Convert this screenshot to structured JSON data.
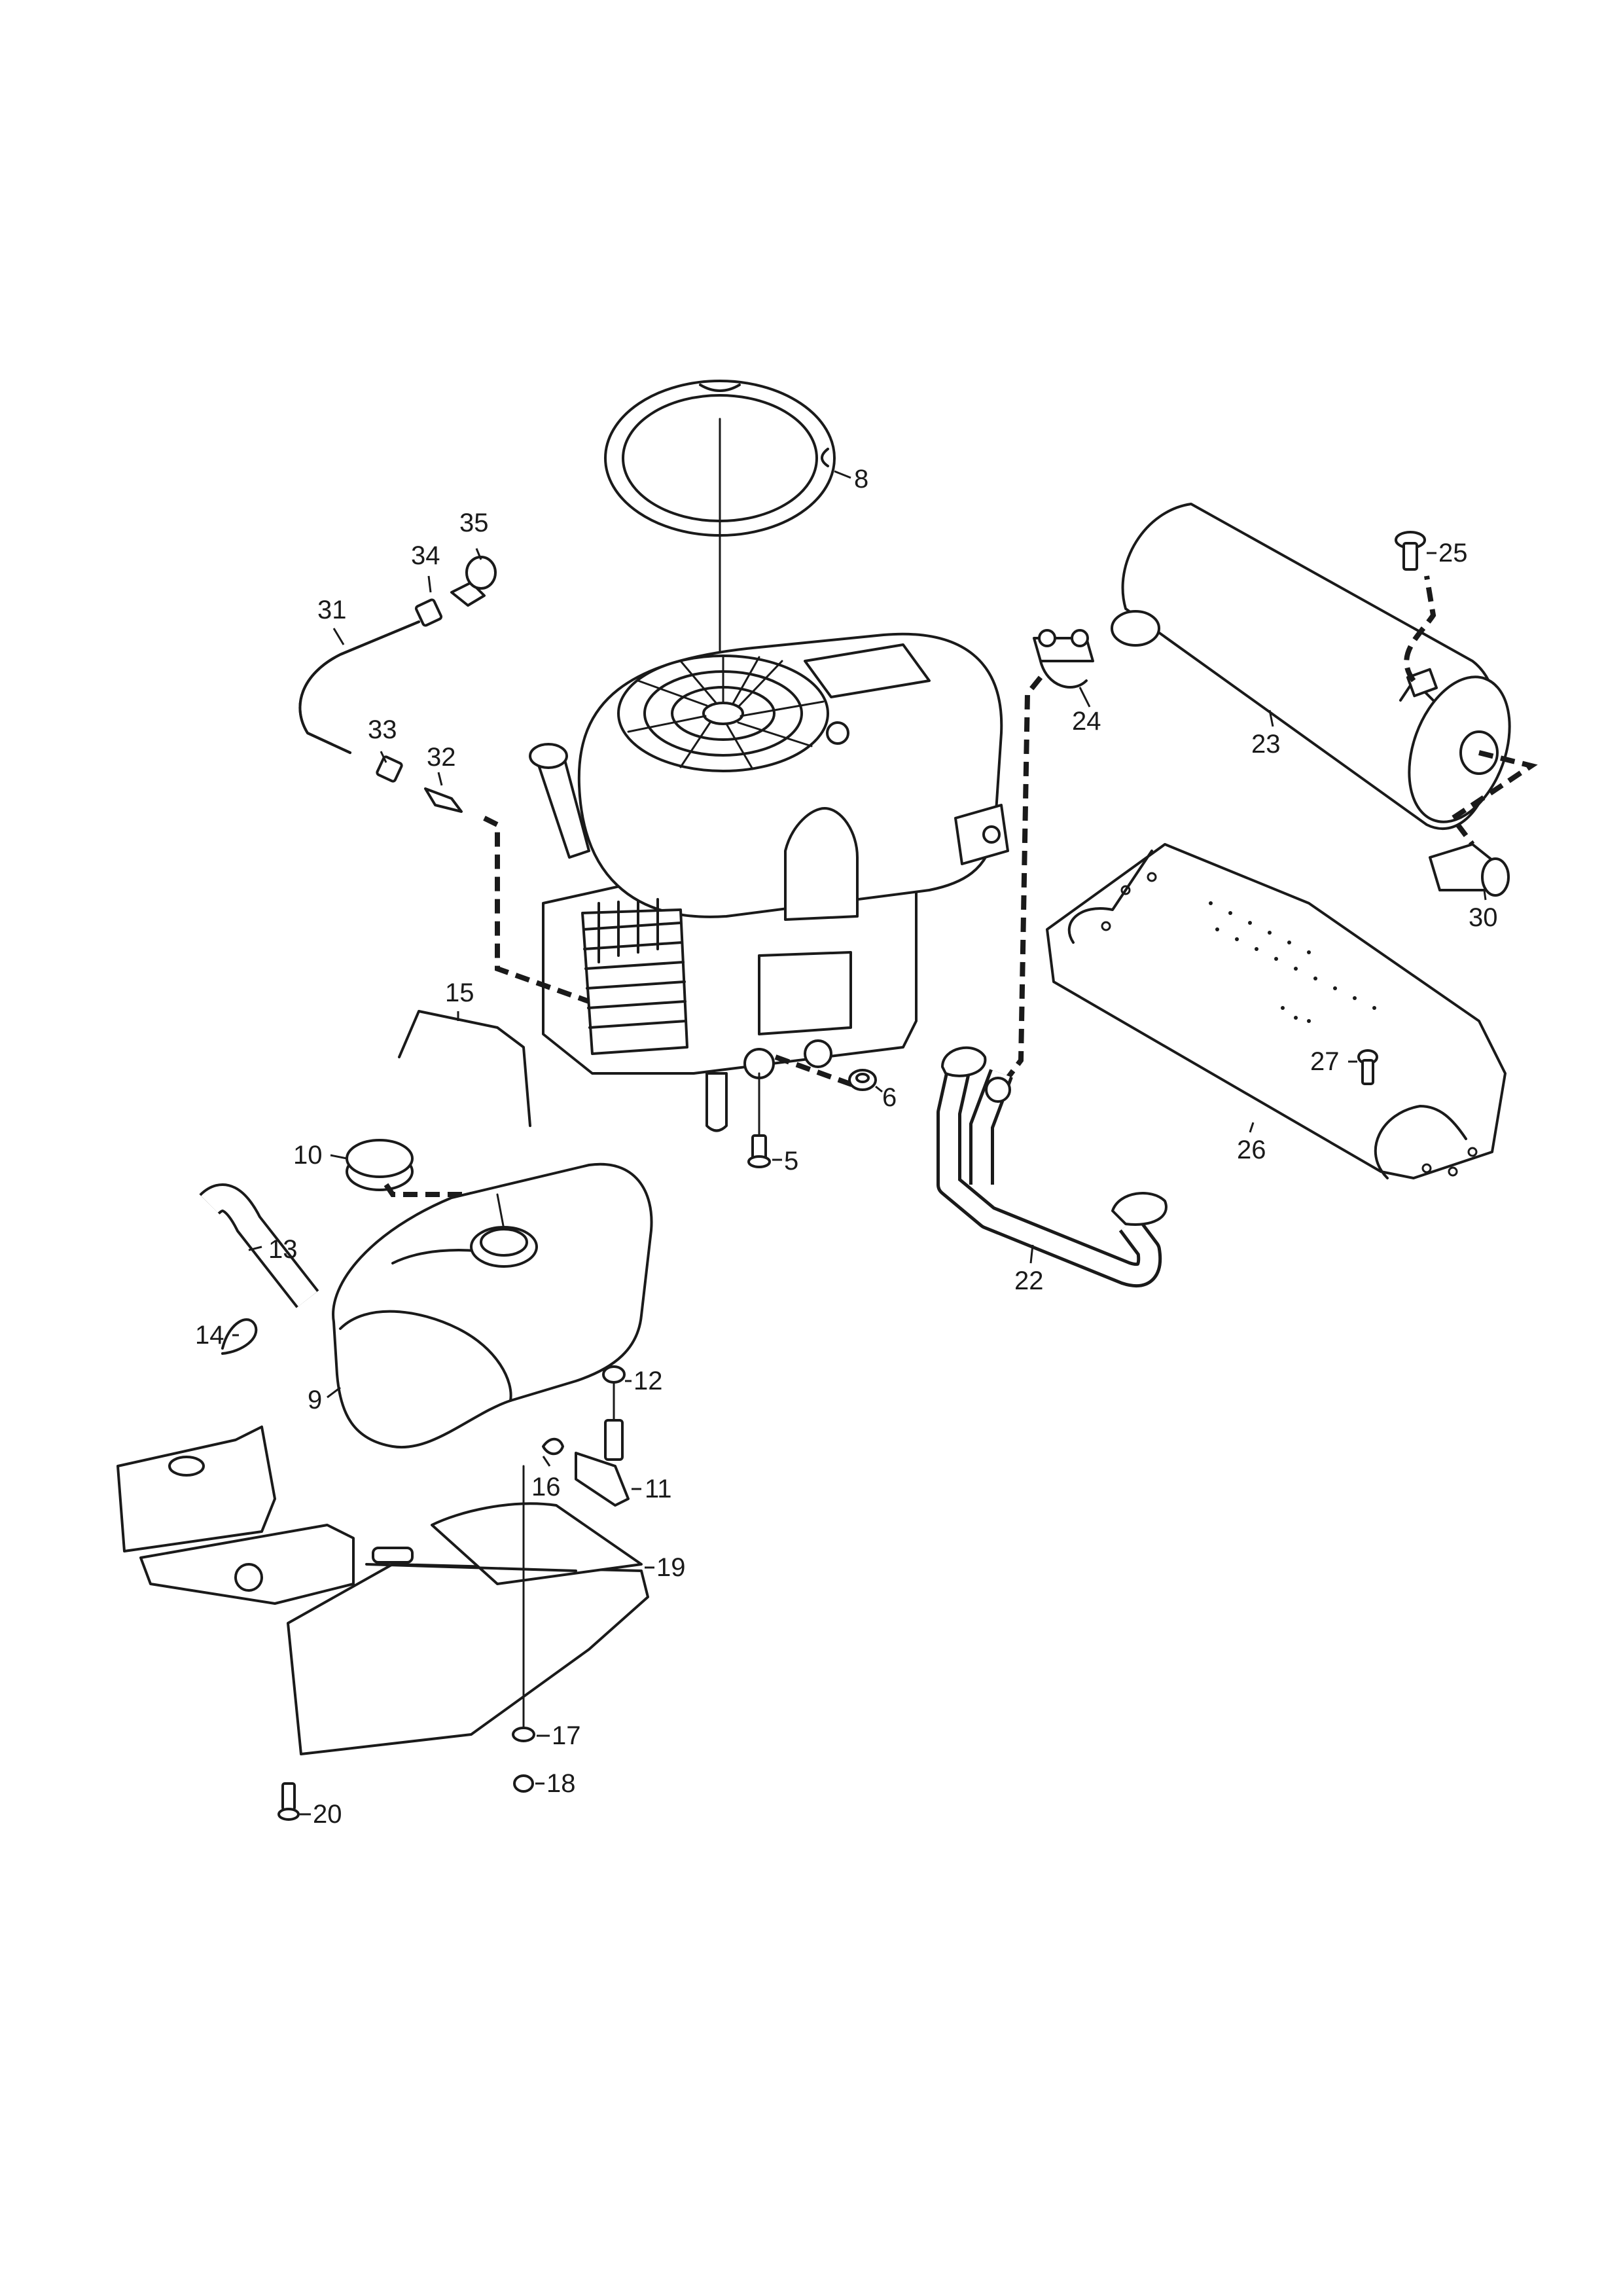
{
  "callouts": [
    {
      "id": "c5",
      "text": "5"
    },
    {
      "id": "c6",
      "text": "6"
    },
    {
      "id": "c8",
      "text": "8"
    },
    {
      "id": "c9",
      "text": "9"
    },
    {
      "id": "c10",
      "text": "10"
    },
    {
      "id": "c11",
      "text": "11"
    },
    {
      "id": "c12",
      "text": "12"
    },
    {
      "id": "c13",
      "text": "13"
    },
    {
      "id": "c14",
      "text": "14"
    },
    {
      "id": "c15",
      "text": "15"
    },
    {
      "id": "c16",
      "text": "16"
    },
    {
      "id": "c17",
      "text": "17"
    },
    {
      "id": "c18",
      "text": "18"
    },
    {
      "id": "c19",
      "text": "19"
    },
    {
      "id": "c20",
      "text": "20"
    },
    {
      "id": "c22",
      "text": "22"
    },
    {
      "id": "c23",
      "text": "23"
    },
    {
      "id": "c24",
      "text": "24"
    },
    {
      "id": "c25",
      "text": "25"
    },
    {
      "id": "c26",
      "text": "26"
    },
    {
      "id": "c27",
      "text": "27"
    },
    {
      "id": "c30",
      "text": "30"
    },
    {
      "id": "c31",
      "text": "31"
    },
    {
      "id": "c32",
      "text": "32"
    },
    {
      "id": "c33",
      "text": "33"
    },
    {
      "id": "c34",
      "text": "34"
    },
    {
      "id": "c35",
      "text": "35"
    }
  ]
}
